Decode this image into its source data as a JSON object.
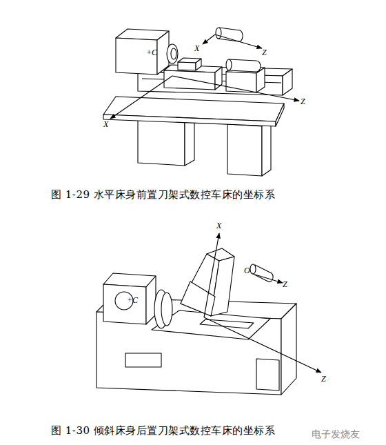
{
  "diagram": {
    "labels": [
      "+C",
      "X",
      "Z",
      "Z",
      "X",
      "图 1-29  水平床身前置刀架式数控车床的坐标系",
      "X",
      "O",
      "Z",
      "+C",
      "Z",
      "图 1-30  倾斜床身后置刀架式数控车床的坐标系",
      "电子发烧友"
    ]
  }
}
